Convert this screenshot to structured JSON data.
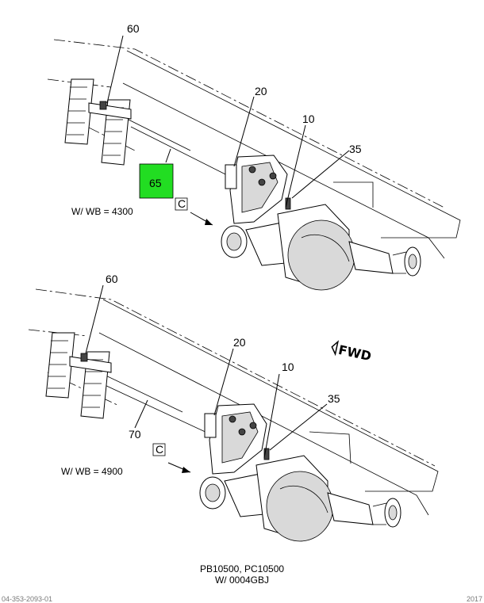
{
  "views": [
    {
      "callouts": [
        "60",
        "20",
        "10",
        "35",
        "65"
      ],
      "highlighted_callout": "65",
      "highlight_color": "#22dd22",
      "detail_label": "C",
      "wheelbase_label": "W/ WB = 4300"
    },
    {
      "callouts": [
        "60",
        "20",
        "10",
        "35",
        "70"
      ],
      "detail_label": "C",
      "wheelbase_label": "W/ WB = 4900"
    }
  ],
  "forward_label": "FWD",
  "footer": {
    "line1": "PB10500, PC10500",
    "line2": "W/ 0004GBJ"
  },
  "corner_left": "04-353-2093-01",
  "corner_right": "2017"
}
